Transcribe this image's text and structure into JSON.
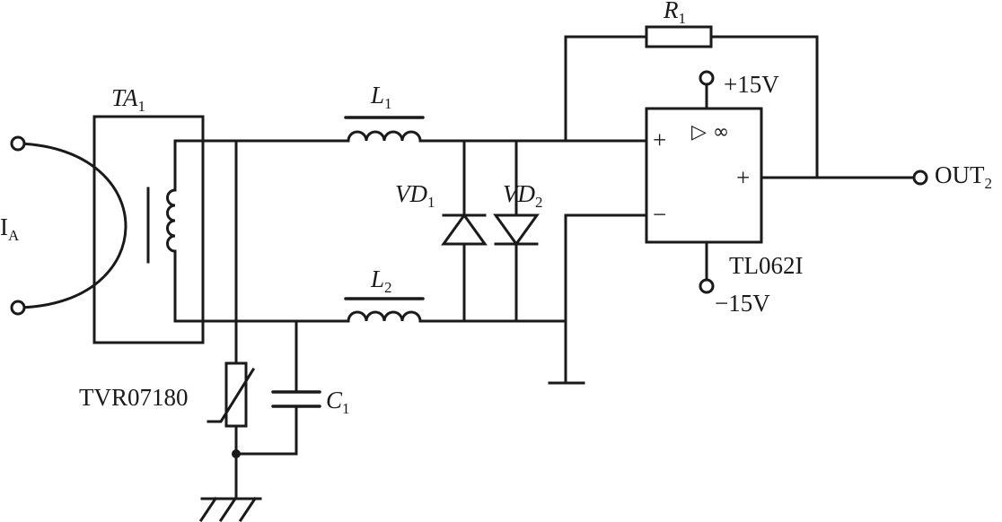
{
  "components": {
    "current_transformer": {
      "name": "TA",
      "sub": "1"
    },
    "inductor_top": {
      "name": "L",
      "sub": "1"
    },
    "inductor_bottom": {
      "name": "L",
      "sub": "2"
    },
    "diode_1": {
      "name": "VD",
      "sub": "1"
    },
    "diode_2": {
      "name": "VD",
      "sub": "2"
    },
    "feedback_resistor": {
      "name": "R",
      "sub": "1"
    },
    "capacitor": {
      "name": "C",
      "sub": "1"
    },
    "varistor": {
      "name": "TVR07180"
    },
    "op_amp": {
      "name": "TL062I",
      "plus_input": "+",
      "minus_input": "−",
      "output_sign": "+",
      "gain_symbol": "▷ ∞"
    }
  },
  "terminals": {
    "input": {
      "name": "I",
      "sub": "A"
    },
    "output": {
      "name": "OUT",
      "sub": "2"
    },
    "supply_pos": "+15V",
    "supply_neg": "−15V"
  }
}
